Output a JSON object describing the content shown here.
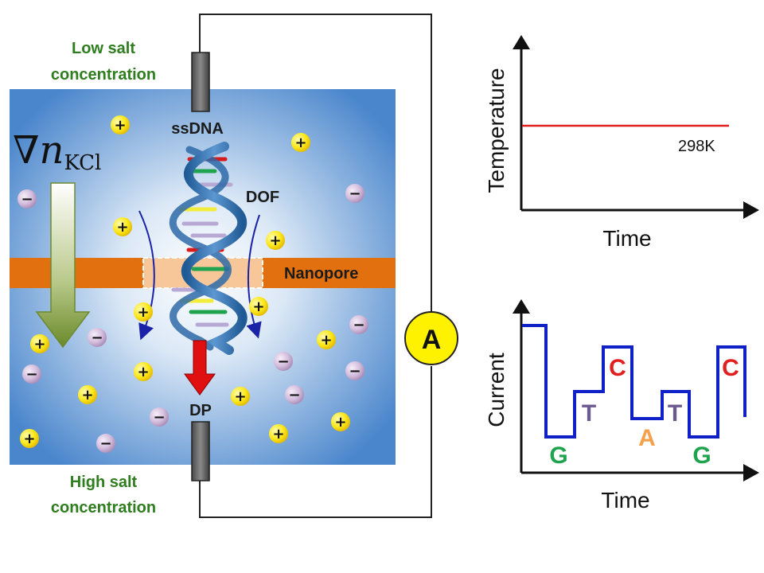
{
  "labels": {
    "low_salt_line1": "Low salt",
    "low_salt_line2": "concentration",
    "high_salt_line1": "High salt",
    "high_salt_line2": "concentration",
    "ssdna": "ssDNA",
    "dof": "DOF",
    "dp": "DP",
    "nanopore": "Nanopore",
    "ammeter": "A",
    "gradient_nabla": "∇",
    "gradient_n": "n",
    "gradient_sub": "KCl",
    "plus_sign": "+",
    "minus_sign": "−"
  },
  "charts": {
    "temperature": {
      "ylabel": "Temperature",
      "xlabel": "Time",
      "value_label": "298K"
    },
    "current": {
      "ylabel": "Current",
      "xlabel": "Time",
      "bases": [
        "G",
        "T",
        "C",
        "A",
        "T",
        "G",
        "C"
      ]
    }
  },
  "chart_data": [
    {
      "type": "line",
      "xlabel": "Time",
      "ylabel": "Temperature",
      "series": [
        {
          "name": "",
          "values": [
            298,
            298
          ]
        }
      ],
      "annotations": [
        "298K"
      ]
    },
    {
      "type": "line",
      "xlabel": "Time",
      "ylabel": "Current",
      "categories": [
        "G",
        "T",
        "C",
        "A",
        "T",
        "G",
        "C"
      ],
      "series": [
        {
          "name": "",
          "values": [
            1,
            2,
            3,
            1.5,
            2,
            1,
            3
          ]
        }
      ]
    }
  ],
  "colors": {
    "cell_blue": "#4a86cc",
    "membrane": "#e2700f",
    "pore": "#f7c79a",
    "temp_line": "#e01e1e",
    "current_line": "#1020c8",
    "label_green": "#2e7d1e",
    "base_G": "#1fa34f",
    "base_T": "#6b5a8e",
    "base_C": "#e21f1f",
    "base_A": "#f5a04a",
    "ion_positive": "#fde81a",
    "ion_negative": "#cdb6d6",
    "ammeter": "#fff200",
    "dp_arrow": "#e01010"
  },
  "icons": {
    "gradient_arrow": "down-arrow-gradient",
    "dp_arrow": "red-down-arrow",
    "dof_arrows": "curved-flow-arrows",
    "dna": "double-helix"
  }
}
